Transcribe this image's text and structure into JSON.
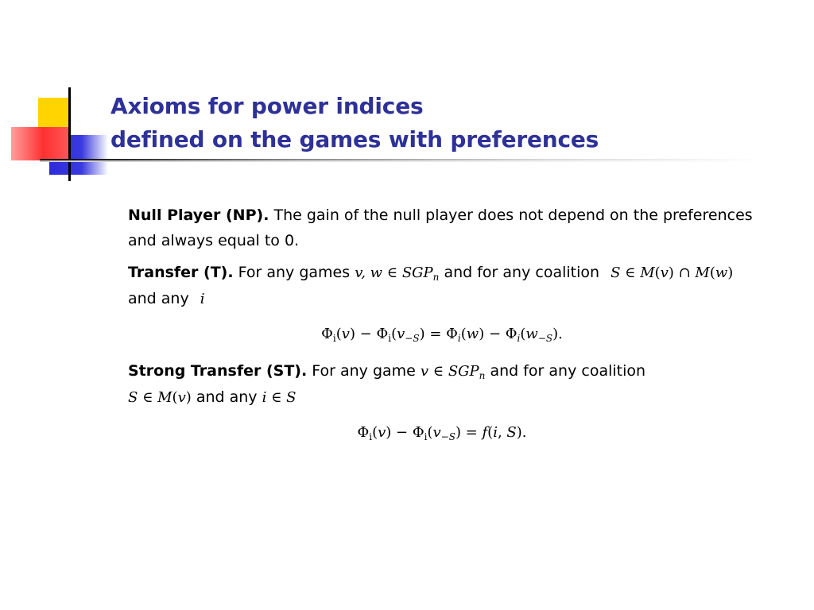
{
  "title": {
    "line1": "Axioms for power indices",
    "line2": "defined on the games with preferences"
  },
  "axioms": {
    "np": {
      "name": "Null Player (NP).",
      "text": "The gain of the null player does not depend on the preferences and always equal to 0."
    },
    "t": {
      "name": "Transfer (T).",
      "text_before": "For any games",
      "text_middle": "and for any coalition",
      "text_after": "and any"
    },
    "st": {
      "name": "Strong Transfer (ST).",
      "text_before": "For any game",
      "text_middle": "and for any coalition",
      "text_after": "and any"
    }
  },
  "colors": {
    "title": "#2e3197",
    "logo_yellow": "#ffd400",
    "logo_blue": "#2d2bd8",
    "logo_red": "#ff3030"
  }
}
